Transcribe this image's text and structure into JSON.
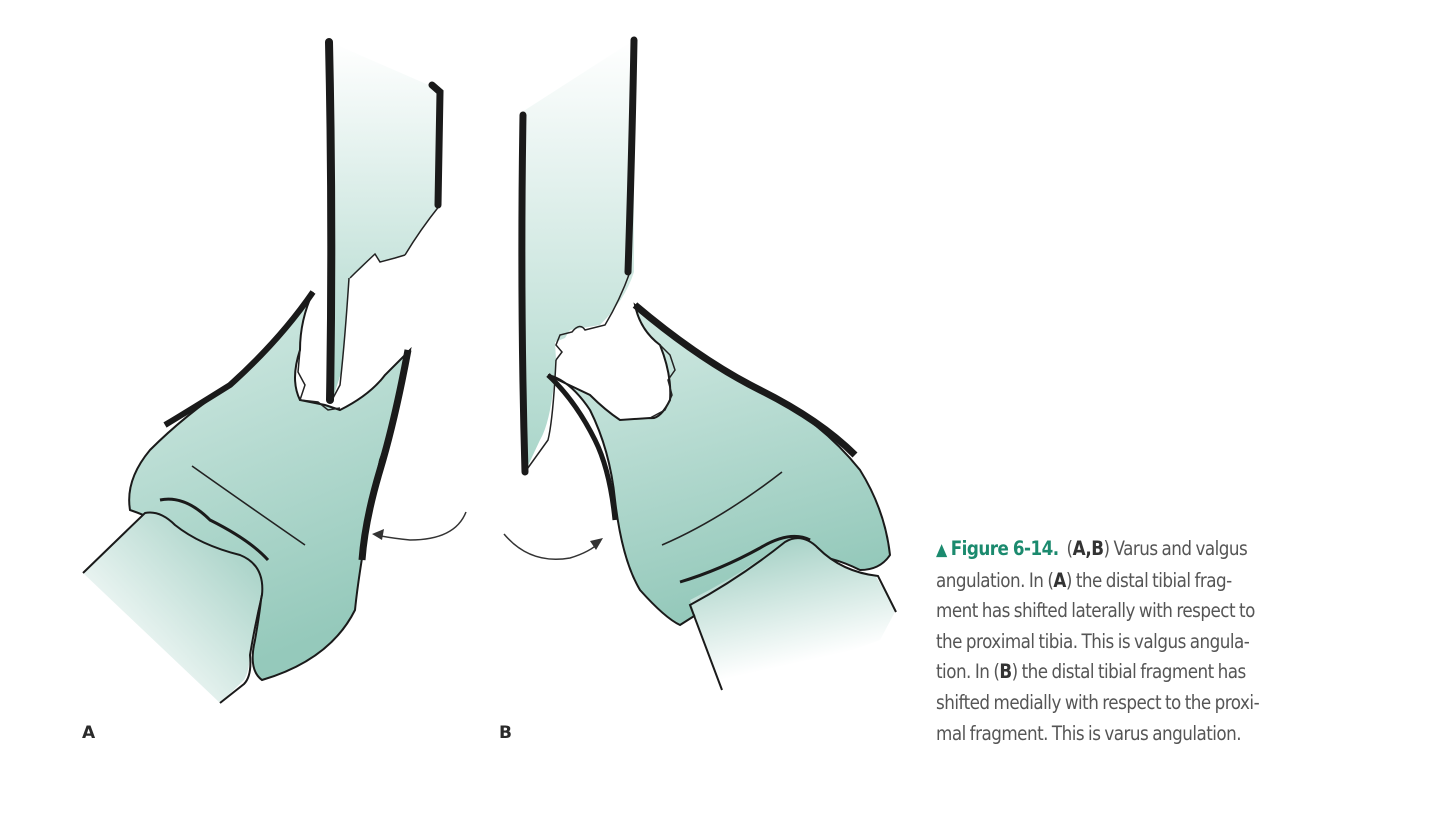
{
  "figure": {
    "panels": [
      {
        "label": "A",
        "description": "Distal tibial fragment shifted laterally — valgus angulation"
      },
      {
        "label": "B",
        "description": "Distal tibial fragment shifted medially — varus angulation"
      }
    ],
    "colors": {
      "bone_fill": "#9fcfc2",
      "bone_fill_light": "#f4faf8",
      "outline": "#1a1a1a",
      "accent": "#1b8a6e",
      "caption_text": "#555555"
    }
  },
  "caption": {
    "marker": "▲",
    "figure_number": "Figure 6-14.",
    "lines": [
      {
        "pre": "(",
        "b1": "A",
        "mid": ",",
        "b2": "B",
        "post": ") Varus and valgus"
      },
      "angulation. In (A) the distal tibial frag-",
      "ment has shifted laterally with respect to",
      "the proximal tibia. This is valgus angula-",
      "tion. In (B) the distal tibial fragment has",
      "shifted medially with respect to the proxi-",
      "mal fragment. This is varus angulation."
    ],
    "l2a": "angulation. In (",
    "l2b": "A",
    "l2c": ") the distal tibial frag-",
    "l3": "ment has shifted laterally with respect to",
    "l4": "the proximal tibia. This is valgus angula-",
    "l5a": "tion. In (",
    "l5b": "B",
    "l5c": ") the distal tibial fragment has",
    "l6": "shifted medially with respect to the proxi-",
    "l7": "mal fragment. This is varus angulation."
  }
}
